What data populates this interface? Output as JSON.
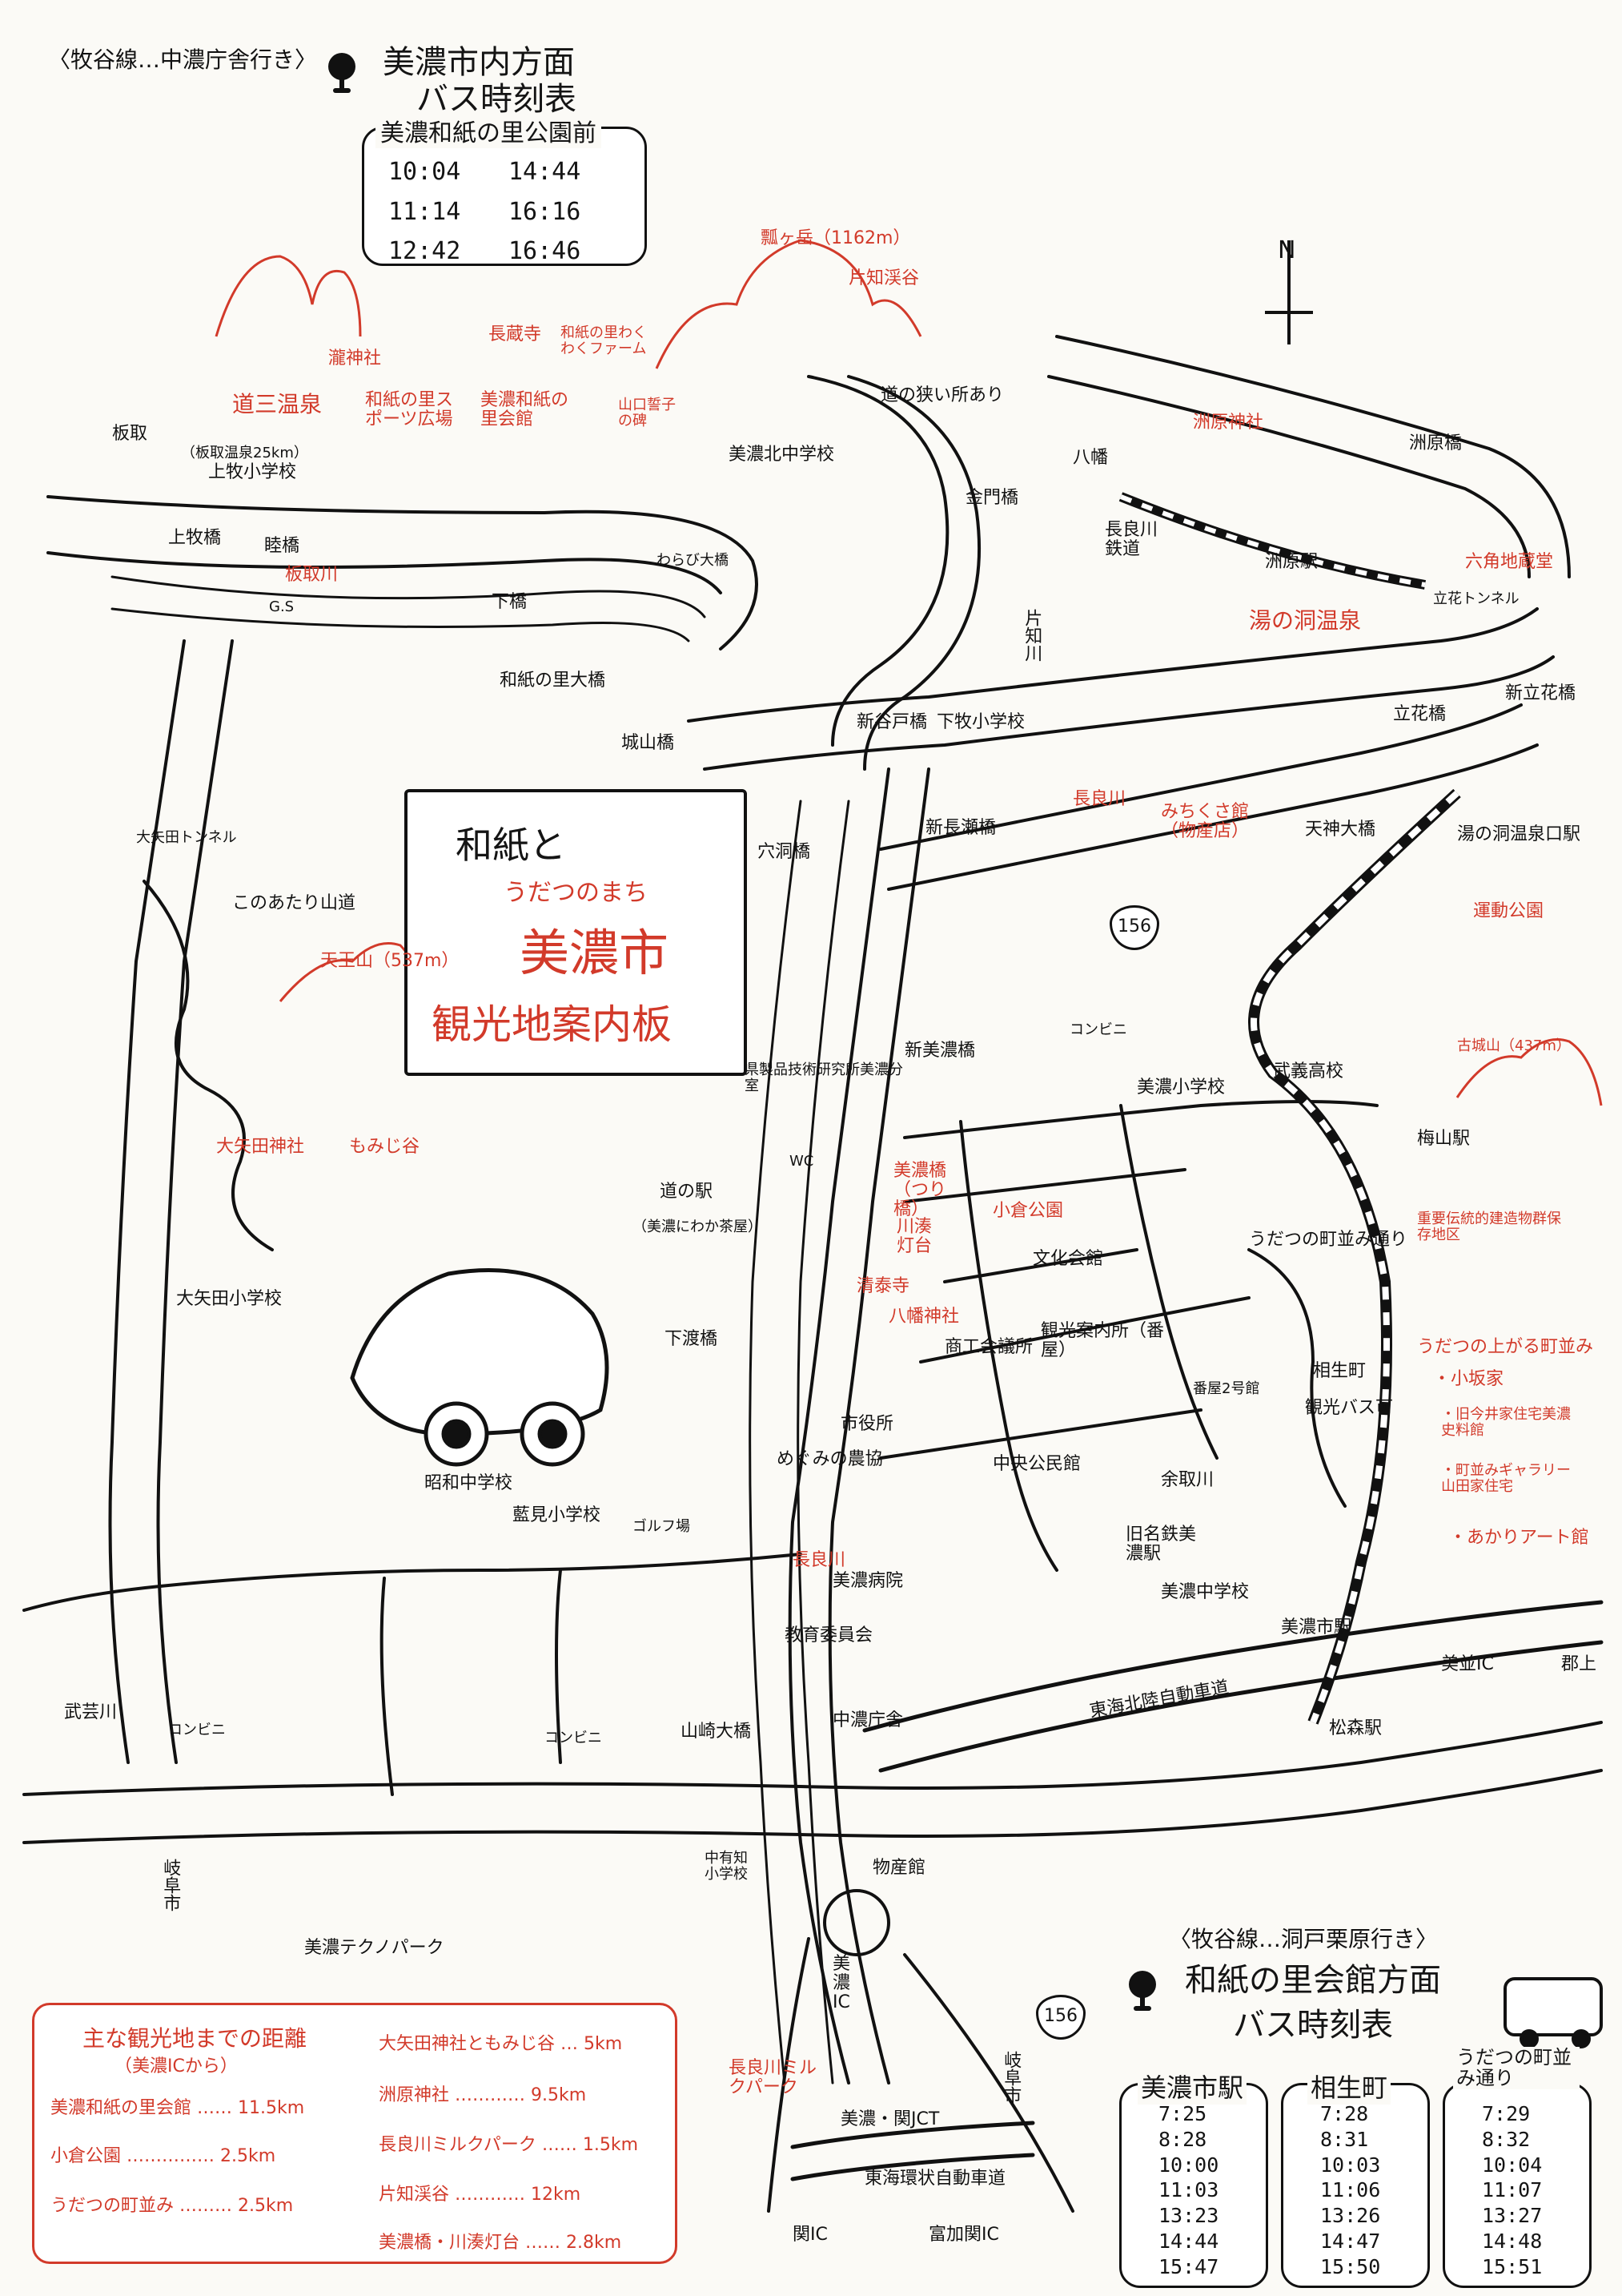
{
  "top_left": {
    "line_note": "〈牧谷線…中濃庁舎行き〉",
    "title_line1": "美濃市内方面",
    "title_line2": "バス時刻表",
    "stop": "美濃和紙の里公園前",
    "times": [
      "10:04",
      "14:44",
      "11:14",
      "16:16",
      "12:42",
      "16:46"
    ]
  },
  "bottom_right": {
    "line_note": "〈牧谷線…洞戸栗原行き〉",
    "title_line1": "和紙の里会館方面",
    "title_line2": "バス時刻表",
    "stops": [
      {
        "name": "美濃市駅",
        "times": [
          "7:25",
          "8:28",
          "10:00",
          "11:03",
          "13:23",
          "14:44",
          "15:47"
        ]
      },
      {
        "name": "相生町",
        "times": [
          "7:28",
          "8:31",
          "10:03",
          "11:06",
          "13:26",
          "14:47",
          "15:50"
        ]
      },
      {
        "name": "うだつの町並み通り",
        "times": [
          "7:29",
          "8:32",
          "10:04",
          "11:07",
          "13:27",
          "14:48",
          "15:51"
        ]
      }
    ]
  },
  "signboard": {
    "line1": "和紙と",
    "line2": "うだつのまち",
    "line3": "美濃市",
    "line4": "観光地案内板"
  },
  "compass": "N",
  "distance_box": {
    "title": "主な観光地までの距離",
    "subtitle": "（美濃ICから）",
    "items": [
      {
        "name": "美濃和紙の里会館",
        "dist": "11.5km"
      },
      {
        "name": "小倉公園",
        "dist": "2.5km"
      },
      {
        "name": "うだつの町並み",
        "dist": "2.5km"
      },
      {
        "name": "大矢田神社ともみじ谷",
        "dist": "5km"
      },
      {
        "name": "洲原神社",
        "dist": "9.5km"
      },
      {
        "name": "長良川ミルクパーク",
        "dist": "1.5km"
      },
      {
        "name": "片知渓谷",
        "dist": "12km"
      },
      {
        "name": "美濃橋・川湊灯台",
        "dist": "2.8km"
      }
    ]
  },
  "route_number": "156",
  "labels": {
    "itadori": "板取",
    "itadori_onsen": "（板取温泉25km）",
    "kamimaki_school": "上牧小学校",
    "kamimaki_bridge": "上牧橋",
    "mutsumi_bridge": "睦橋",
    "itadori_river": "板取川",
    "gs": "G.S",
    "shimohashi": "下橋",
    "warabi_bridge": "わらび大橋",
    "washi_bridge": "和紙の里大橋",
    "joyama_bridge": "城山橋",
    "dosan_onsen": "道三温泉",
    "taki_shrine": "瀧神社",
    "choko_ji": "長蔵寺",
    "washi_farm": "和紙の里わくわくファーム",
    "sports": "和紙の里スポーツ広場",
    "washi_kaikan": "美濃和紙の里会館",
    "yamaguchi": "山口誓子の碑",
    "hyogatake": "瓢ヶ岳（1162m）",
    "katachi": "片知渓谷",
    "narrow_road": "道の狭い所あり",
    "mino_kita_school": "美濃北中学校",
    "kinmon_bridge": "金門橋",
    "katachi_river": "片知川",
    "hachiman": "八幡",
    "suhara_shrine": "洲原神社",
    "suhara_bridge": "洲原橋",
    "nagaragawa_rail": "長良川鉄道",
    "suhara_station": "洲原駅",
    "rokkaku": "六角地蔵堂",
    "tatehana_tunnel": "立花トンネル",
    "yunohora": "湯の洞温泉",
    "shintatehana": "新立花橋",
    "tatehana_bridge": "立花橋",
    "shinmaki_bridge": "新谷戸橋",
    "shimomaki_school": "下牧小学校",
    "nagara_river": "長良川",
    "michikusa": "みちくさ館（物産店）",
    "tenjin_bridge": "天神大橋",
    "yunohora_station": "湯の洞温泉口駅",
    "shin_nagase": "新長瀬橋",
    "anabora": "穴洞橋",
    "undo_koen": "運動公園",
    "furujo": "古城山（437m）",
    "oyada_tunnel": "大矢田トンネル",
    "yamamichi": "このあたり山道",
    "tenno_san": "天王山（537m）",
    "oyada_shrine": "大矢田神社",
    "momiji": "もみじ谷",
    "shin_mino_bridge": "新美濃橋",
    "conveni": "コンビニ",
    "paper_lab": "県製品技術研究所美濃分室",
    "mino_school": "美濃小学校",
    "bugi_high": "武義高校",
    "umeyama": "梅山駅",
    "michi_no_eki": "道の駅",
    "niwaka": "（美濃にわか茶屋）",
    "wc": "WC",
    "mino_bridge": "美濃橋（つり橋）",
    "ogura": "小倉公園",
    "kawaminato": "川湊灯台",
    "seitai_ji": "清泰寺",
    "yatsurugi": "八幡神社",
    "bunka": "文化会館",
    "udatsu_dori": "うだつの町並み通り",
    "hozon": "重要伝統的建造物群保存地区",
    "udatsu_town": "うだつの上がる町並み",
    "kosakake": "・小坂家",
    "kyu_imai": "・旧今井家住宅美濃史料館",
    "gallery": "・町並みギャラリー山田家住宅",
    "akari": "・あかりアート館",
    "aioi": "相生町",
    "kanko_bus": "観光バス可",
    "bando_p": "番屋2号館",
    "kanko_annai": "観光案内所（番屋）",
    "shoko": "商工会議所",
    "oyada_school": "大矢田小学校",
    "shimowatari": "下渡橋",
    "shiyakusho": "市役所",
    "megumi": "めぐみの農協",
    "chuo_kominkan": "中央公民館",
    "yosobori": "余取川",
    "kyu_mino_station": "旧名鉄美濃駅",
    "mino_junior": "美濃中学校",
    "mino_station": "美濃市駅",
    "showa_junior": "昭和中学校",
    "aira_school": "藍見小学校",
    "golf": "ゴルフ場",
    "mino_hospital": "美濃病院",
    "kyoiku": "教育委員会",
    "tokai_hokuriku": "東海北陸自動車道",
    "mino_ic_east": "美並IC",
    "gujo": "郡上",
    "matsumori": "松森駅",
    "mugegawa": "武芸川",
    "yamazaki_bridge": "山崎大橋",
    "chuno_chosha": "中濃庁舎",
    "gifu_shi": "岐阜市",
    "naka_uchi_school": "中有知小学校",
    "bussan": "物産館",
    "mino_techno": "美濃テクノパーク",
    "mino_ic": "美濃IC",
    "milk_park": "長良川ミルクパーク",
    "mino_seki_jct": "美濃・関JCT",
    "tokai_kanjo": "東海環状自動車道",
    "seki_ic": "関IC",
    "tomika_ic": "富加関IC",
    "gifu_shi2": "岐阜市"
  },
  "colors": {
    "ink": "#111111",
    "accent": "#d23a2a",
    "paper": "#fbfaf6"
  }
}
